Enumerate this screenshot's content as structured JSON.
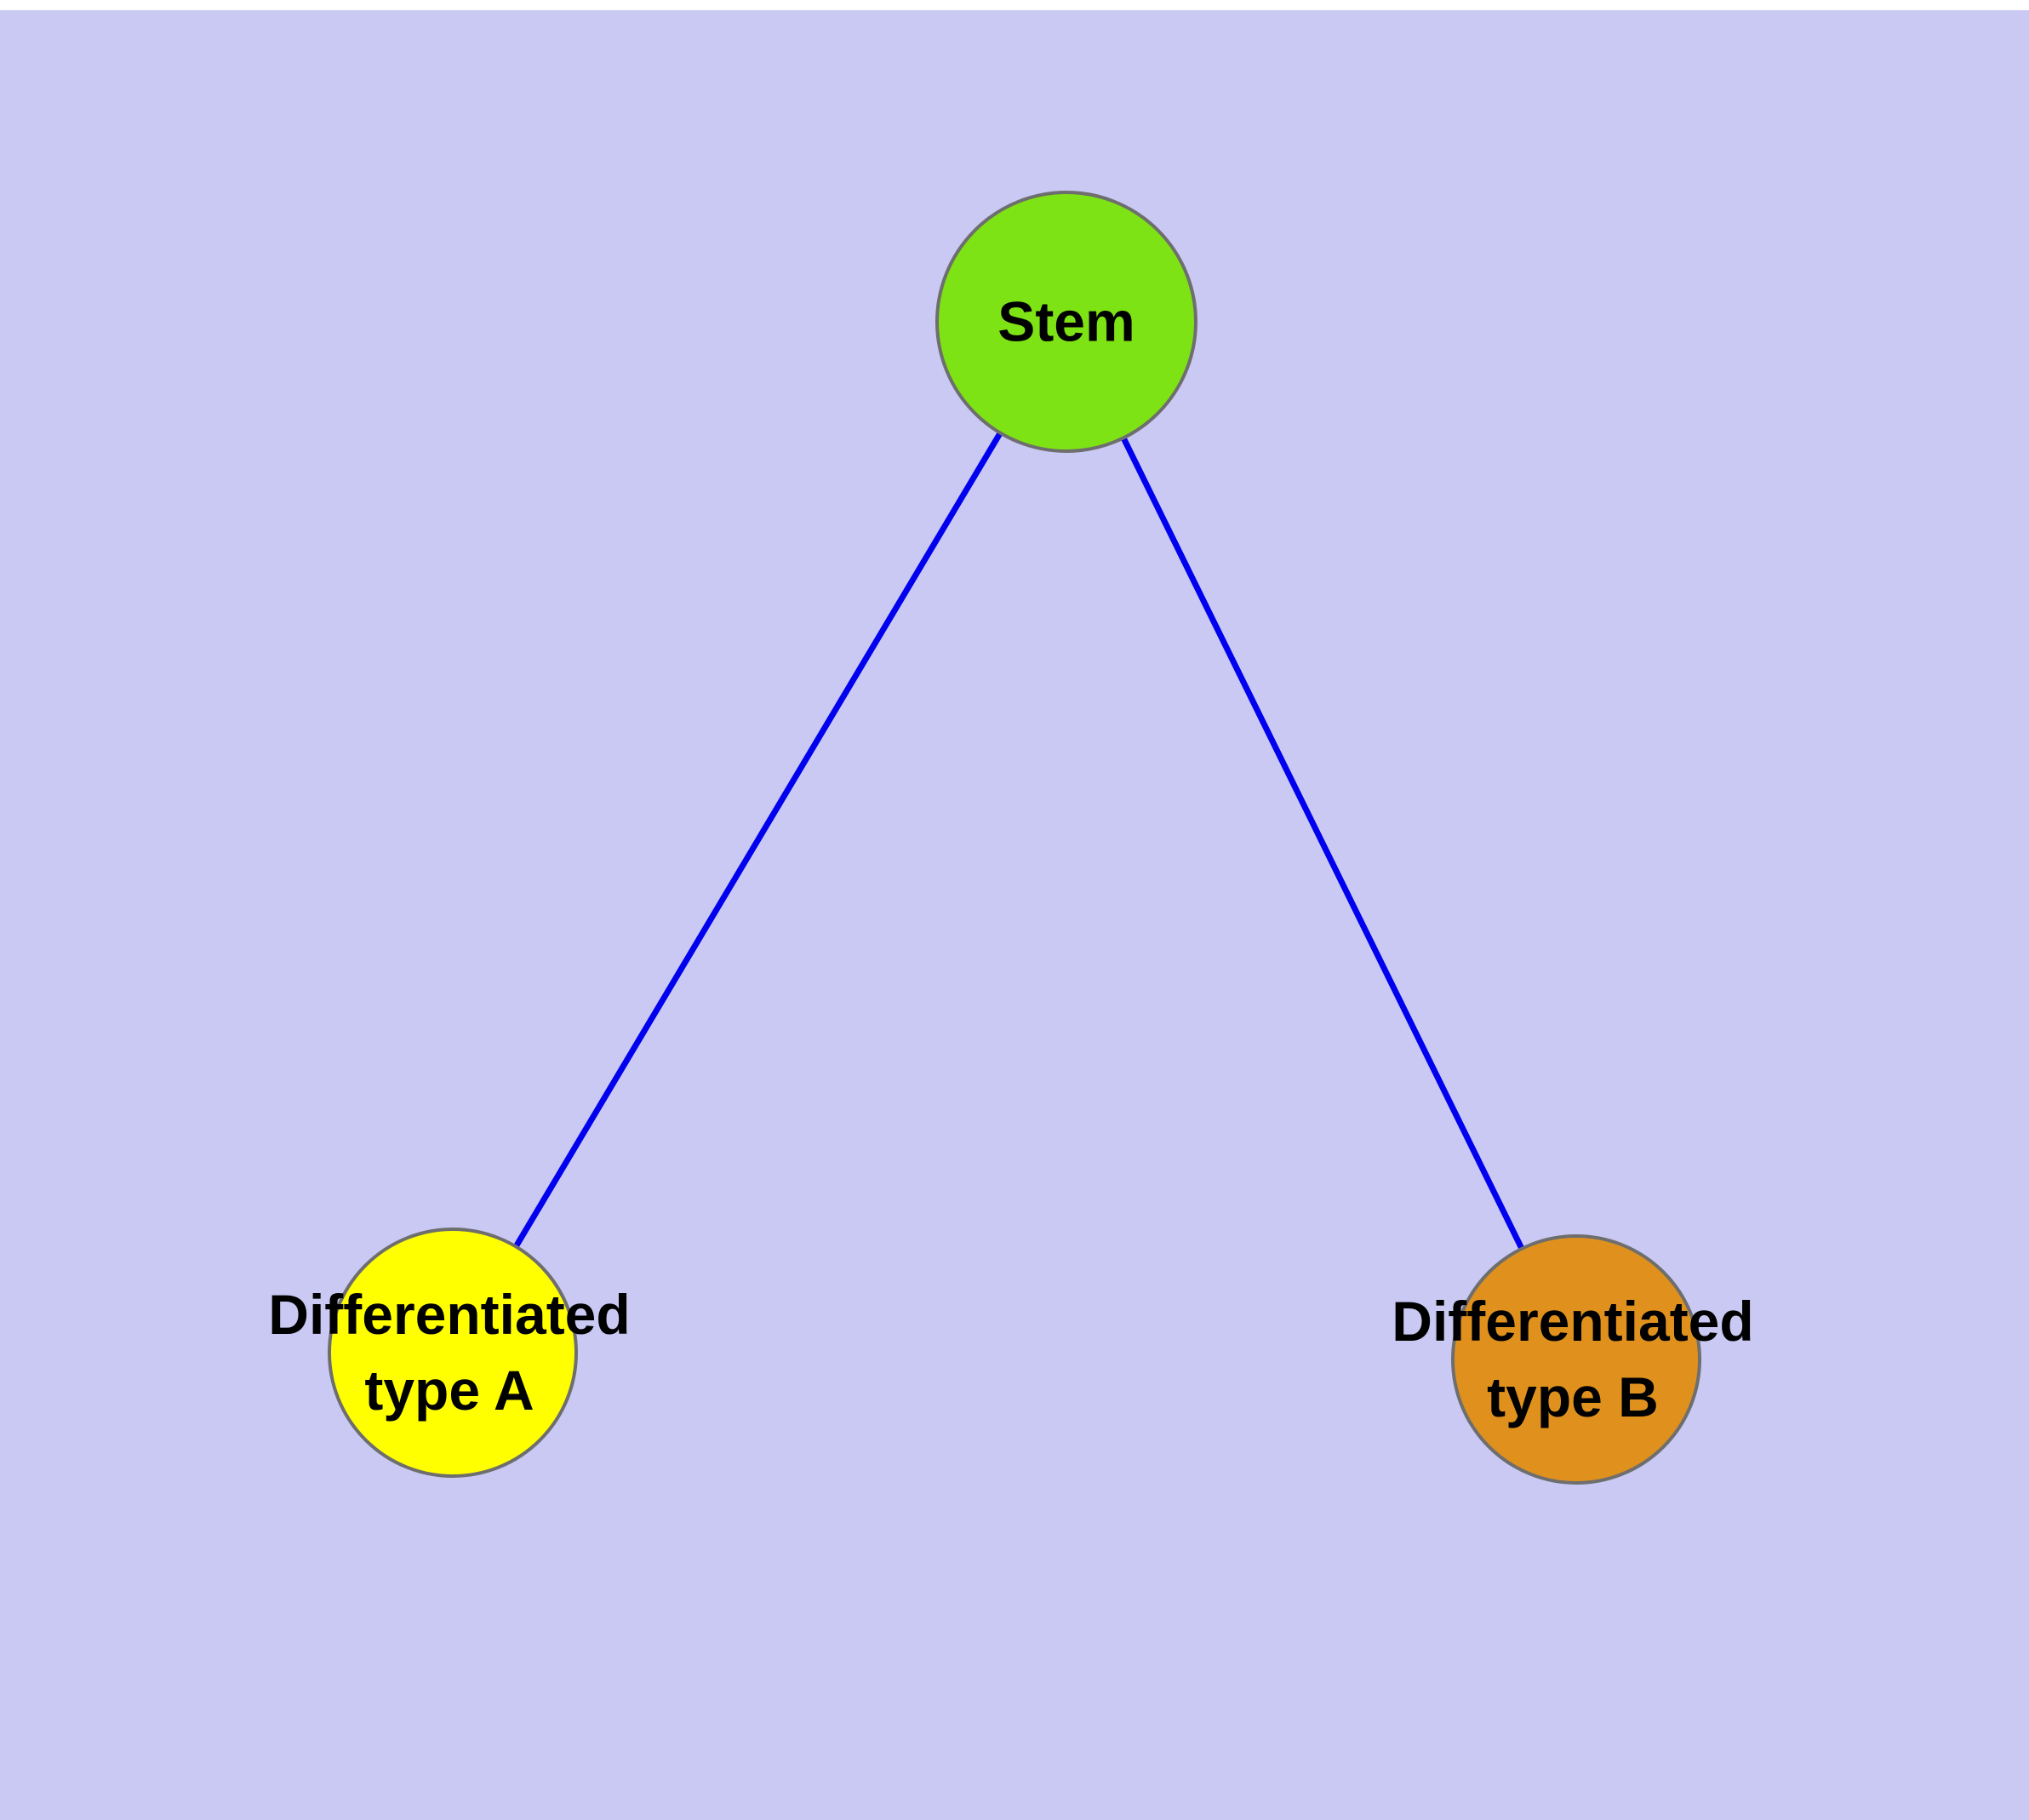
{
  "diagram": {
    "background_color": "#c9c9f3",
    "edge_color": "#0000ee",
    "node_border_color": "#6e6e6e",
    "nodes": {
      "stem": {
        "label": "Stem",
        "color": "#7ee314"
      },
      "type_a": {
        "label_line1": "Differentiated",
        "label_line2": "type A",
        "color": "#ffff00"
      },
      "type_b": {
        "label_line1": "Differentiated",
        "label_line2": "type B",
        "color": "#e0911d"
      }
    },
    "edges": [
      {
        "from": "stem",
        "to": "type_a"
      },
      {
        "from": "stem",
        "to": "type_b"
      }
    ]
  }
}
